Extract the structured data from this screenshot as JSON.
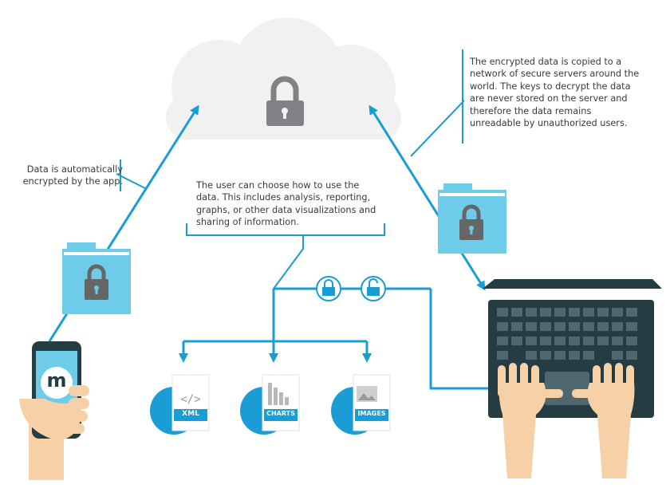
{
  "colors": {
    "line": "#1a9cd4",
    "folder": "#6ecbe9",
    "cloud": "#f1f1f1",
    "lock": "#808285",
    "keyboard": "#263c43",
    "skin": "#f6d1a8"
  },
  "notes": {
    "cloud": "The encrypted data is copied to a network of secure servers around the world. The keys to decrypt the data are never stored on the server and therefore the data remains unreadable by unauthorized users.",
    "app": "Data is automatically encrypted by the app.",
    "user": "The user can choose how to use the data. This includes analysis, reporting, graphs, or other data visualizations and sharing of information."
  },
  "phone": {
    "logo_letter": "m"
  },
  "outputs": [
    {
      "icon": "code-icon",
      "label": "XML"
    },
    {
      "icon": "bar-chart-icon",
      "label": "CHARTS"
    },
    {
      "icon": "image-icon",
      "label": "IMAGES"
    }
  ],
  "toggle_icons": [
    "lock-closed-icon",
    "lock-open-icon"
  ]
}
